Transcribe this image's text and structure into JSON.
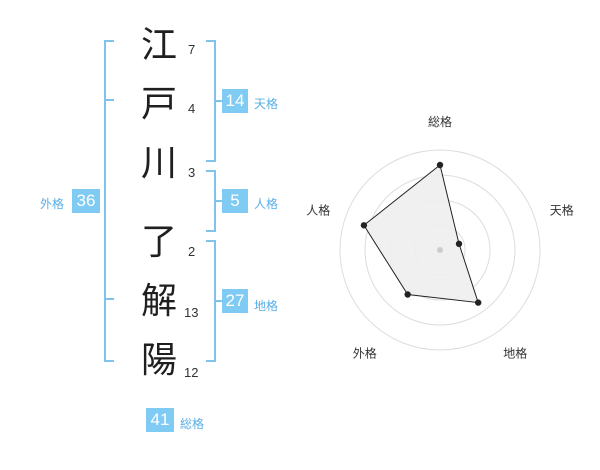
{
  "characters": [
    {
      "char": "江",
      "strokes": "7"
    },
    {
      "char": "戸",
      "strokes": "4"
    },
    {
      "char": "川",
      "strokes": "3"
    },
    {
      "char": "了",
      "strokes": "2"
    },
    {
      "char": "解",
      "strokes": "13"
    },
    {
      "char": "陽",
      "strokes": "12"
    }
  ],
  "grids": {
    "tenkaku": {
      "value": "14",
      "label": "天格"
    },
    "jinkaku": {
      "value": "5",
      "label": "人格"
    },
    "chikaku": {
      "value": "27",
      "label": "地格"
    },
    "gaikaku": {
      "value": "36",
      "label": "外格"
    },
    "soukaku": {
      "value": "41",
      "label": "総格"
    }
  },
  "chart_data": {
    "type": "radar",
    "axes": [
      "総格",
      "天格",
      "地格",
      "外格",
      "人格"
    ],
    "values": [
      0.85,
      0.2,
      0.65,
      0.55,
      0.8
    ],
    "max": 1,
    "rings": 4,
    "colors": {
      "fill": "#eeeeee",
      "line": "#222222",
      "ring": "#dddddd",
      "center": "#cccccc"
    }
  }
}
